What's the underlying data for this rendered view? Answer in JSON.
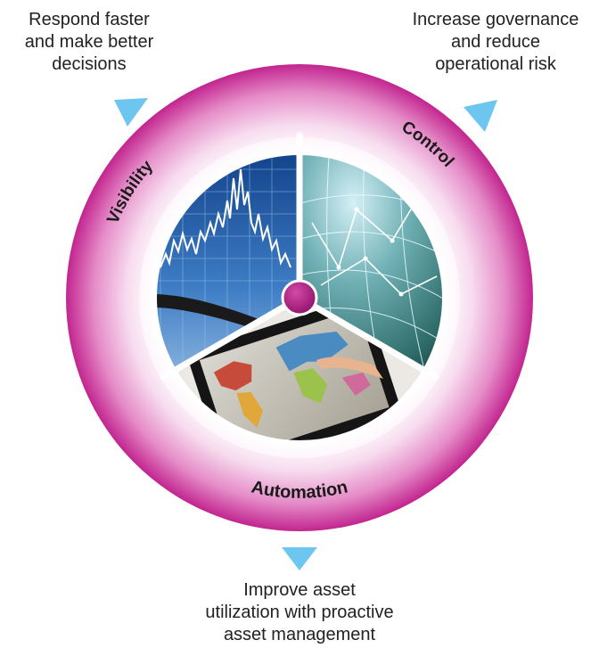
{
  "captions": {
    "top_left": [
      "Respond faster",
      "and make better",
      "decisions"
    ],
    "top_right": [
      "Increase governance",
      "and reduce",
      "operational risk"
    ],
    "bottom": [
      "Improve asset",
      "utilization with proactive",
      "asset management"
    ]
  },
  "ring_labels": {
    "visibility": "Visibility",
    "control": "Control",
    "automation": "Automation"
  },
  "colors": {
    "ring_outer": "#c2258f",
    "ring_inner": "#ffffff",
    "hub": "#a5157c",
    "arrow": "#6cc6ef",
    "text": "#222222"
  },
  "icons": {
    "visibility_panel": "stock-chart-image",
    "control_panel": "network-globe-image",
    "automation_panel": "tablet-world-map-image",
    "arrows": "triangle-arrow-icon"
  }
}
